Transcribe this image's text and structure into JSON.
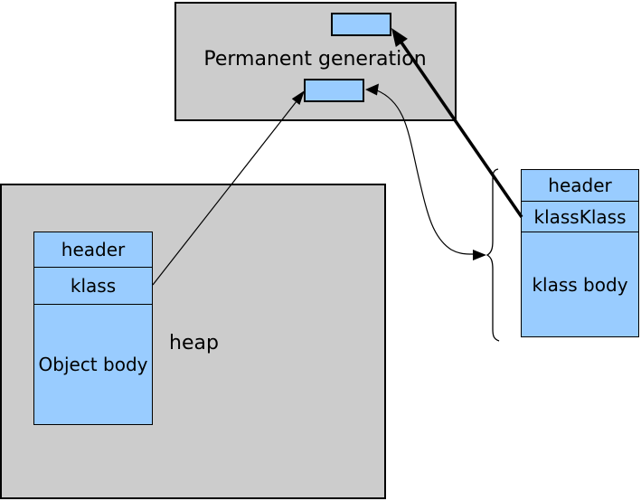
{
  "permanent_generation": {
    "label": "Permanent generation"
  },
  "heap": {
    "label": "heap"
  },
  "object_box": {
    "rows": [
      {
        "label": "header"
      },
      {
        "label": "klass"
      },
      {
        "label": "Object body"
      }
    ]
  },
  "klass_box": {
    "rows": [
      {
        "label": "header"
      },
      {
        "label": "klassKlass"
      },
      {
        "label": "klass body"
      }
    ]
  },
  "colors": {
    "container_fill": "#cccccc",
    "cell_fill": "#99ccff",
    "border": "#000000",
    "line": "#000000",
    "background": "#ffffff"
  }
}
